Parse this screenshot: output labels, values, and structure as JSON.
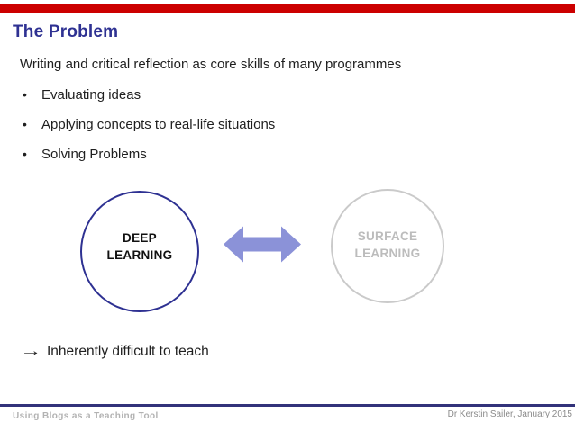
{
  "slide": {
    "title": "The Problem",
    "intro": "Writing and critical reflection as core skills of many programmes",
    "bullet_char": "•",
    "bullets": [
      "Evaluating ideas",
      "Applying concepts to real-life situations",
      "Solving Problems"
    ],
    "diagram": {
      "left_circle": {
        "line1": "DEEP",
        "line2": "LEARNING"
      },
      "right_circle": {
        "line1": "SURFACE",
        "line2": "LEARNING"
      },
      "arrow_icon": "double-headed-horizontal-arrow"
    },
    "conclusion": {
      "arrow_char": "→",
      "text": "Inherently difficult to teach"
    },
    "footer": {
      "left": "Using Blogs as a Teaching Tool",
      "right": "Dr Kerstin Sailer, January 2015"
    },
    "colors": {
      "accent_red": "#cc0000",
      "title_navy": "#2e3192",
      "deep_circle_outline": "#2e3192",
      "surface_circle_gray": "#cacaca",
      "surface_text_gray": "#bcbcbc",
      "arrow_fill": "#8b92d8",
      "footer_line_navy": "#32327a",
      "footer_left_gray": "#b2b2b2",
      "footer_right_gray": "#8a8a8a",
      "body_text": "#1f1f1f"
    }
  }
}
